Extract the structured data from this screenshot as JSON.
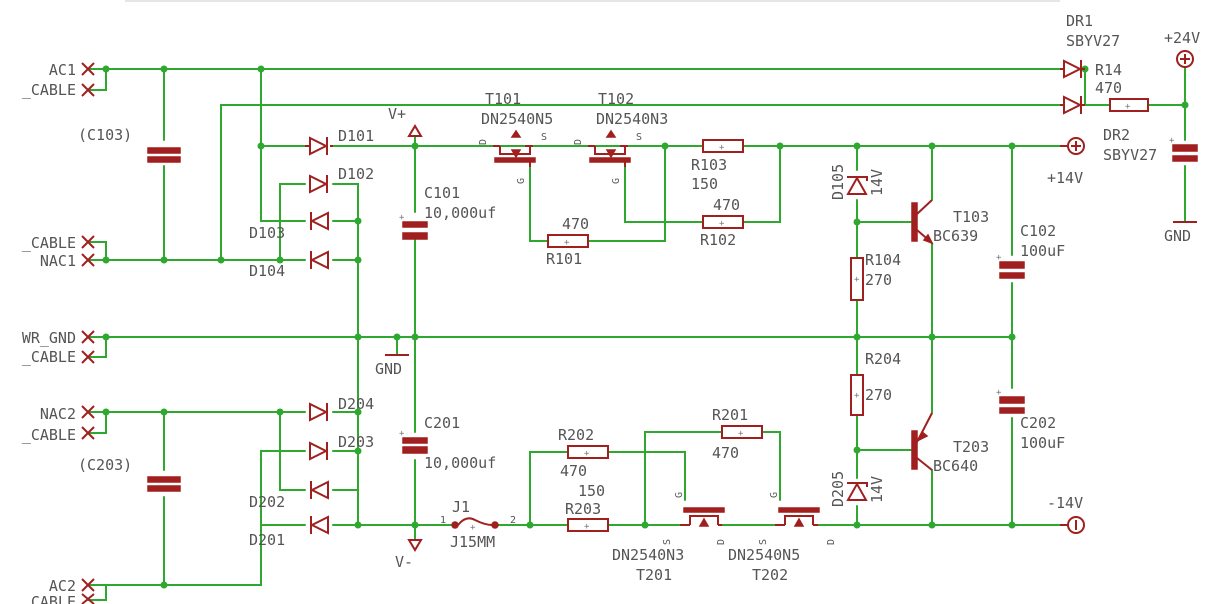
{
  "connectors": [
    {
      "id": "ac1",
      "label": "AC1",
      "sub": "_CABLE"
    },
    {
      "id": "nac1",
      "label": "NAC1",
      "sub": "_CABLE"
    },
    {
      "id": "gnd",
      "label": "WR_GND",
      "sub": "_CABLE"
    },
    {
      "id": "nac2",
      "label": "NAC2",
      "sub": "_CABLE"
    },
    {
      "id": "ac2",
      "label": "AC2",
      "sub": "CABLE"
    }
  ],
  "capacitors": [
    {
      "id": "c103",
      "label": "(C103)"
    },
    {
      "id": "c203",
      "label": "(C203)"
    },
    {
      "id": "c101",
      "label": "C101",
      "value": "10,000uf"
    },
    {
      "id": "c201",
      "label": "C201",
      "value": "10,000uf"
    },
    {
      "id": "c102",
      "label": "C102",
      "value": "100uF"
    },
    {
      "id": "c202",
      "label": "C202",
      "value": "100uF"
    }
  ],
  "diodes": [
    {
      "id": "d101",
      "label": "D101"
    },
    {
      "id": "d102",
      "label": "D102"
    },
    {
      "id": "d103",
      "label": "D103"
    },
    {
      "id": "d104",
      "label": "D104"
    },
    {
      "id": "d204",
      "label": "D204"
    },
    {
      "id": "d203",
      "label": "D203"
    },
    {
      "id": "d202",
      "label": "D202"
    },
    {
      "id": "d201",
      "label": "D201"
    },
    {
      "id": "dr1",
      "label": "DR1",
      "value": "SBYV27"
    },
    {
      "id": "dr2",
      "label": "DR2",
      "value": "SBYV27"
    }
  ],
  "zeners": [
    {
      "id": "d105",
      "label": "D105",
      "value": "14V"
    },
    {
      "id": "d205",
      "label": "D205",
      "value": "14V"
    }
  ],
  "resistors": [
    {
      "id": "r14",
      "label": "R14",
      "value": "470"
    },
    {
      "id": "r103",
      "label": "R103",
      "value": "150"
    },
    {
      "id": "r102",
      "label": "R102",
      "value": "470"
    },
    {
      "id": "r101",
      "label": "R101",
      "value": "470"
    },
    {
      "id": "r104",
      "label": "R104",
      "value": "270"
    },
    {
      "id": "r204",
      "label": "R204",
      "value": "270"
    },
    {
      "id": "r202",
      "label": "R202",
      "value": "470"
    },
    {
      "id": "r201",
      "label": "R201",
      "value": "470"
    },
    {
      "id": "r203",
      "label": "R203",
      "value": "150"
    }
  ],
  "fets": [
    {
      "id": "t101",
      "label": "T101",
      "value": "DN2540N5"
    },
    {
      "id": "t102",
      "label": "T102",
      "value": "DN2540N3"
    },
    {
      "id": "t201",
      "label": "T201",
      "value": "DN2540N3"
    },
    {
      "id": "t202",
      "label": "T202",
      "value": "DN2540N5"
    }
  ],
  "bjts": [
    {
      "id": "t103",
      "label": "T103",
      "value": "BC639"
    },
    {
      "id": "t203",
      "label": "T203",
      "value": "BC640"
    }
  ],
  "jumper": {
    "label": "J1",
    "value": "J15MM",
    "pin1": "1",
    "pin2": "2"
  },
  "supplies": {
    "vplus": "V+",
    "vminus": "V-",
    "gnd": "GND",
    "gnd_right": "GND",
    "plus24": "+24V",
    "plus14": "+14V",
    "minus14": "-14V"
  },
  "pins": {
    "d": "D",
    "s": "S",
    "g": "G"
  },
  "colors": {
    "wire": "#2ea82e",
    "part": "#a01f1f",
    "text": "#555555"
  }
}
